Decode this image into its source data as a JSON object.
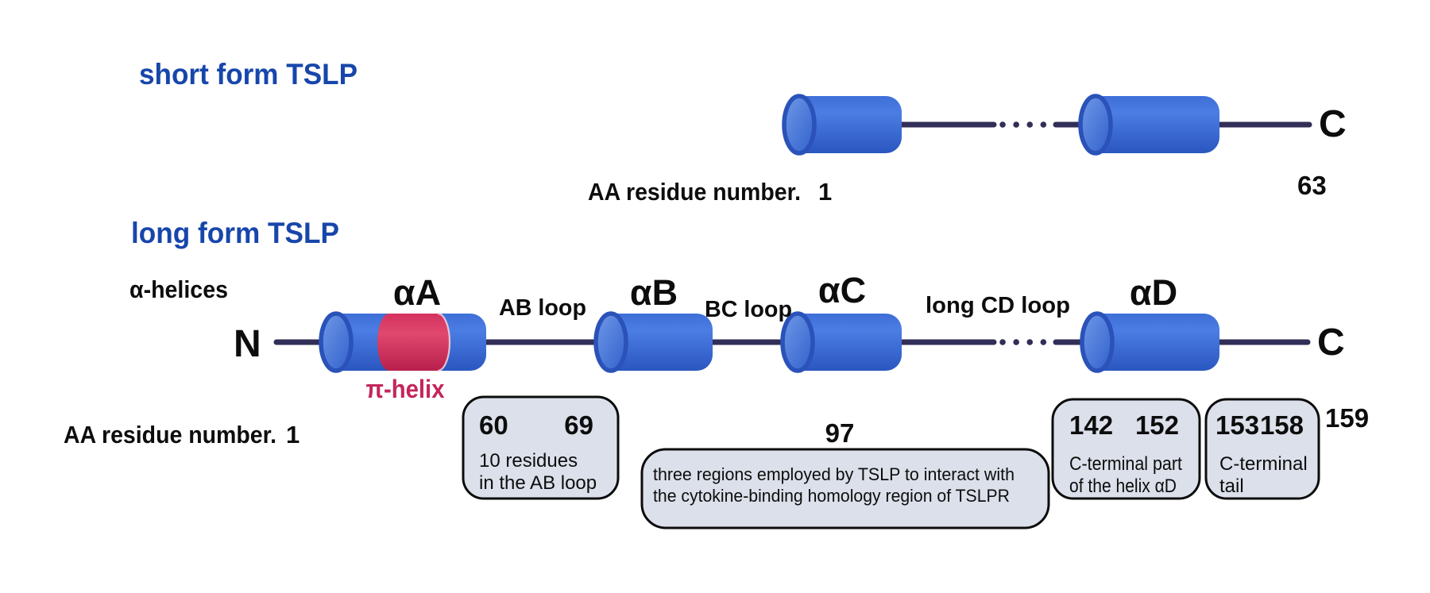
{
  "colors": {
    "accent_blue": "#1746ab",
    "helix_blue": "#3365d3",
    "pi_helix_red": "#c4265a",
    "connector_navy": "#312e57",
    "annotation_box_fill": "#dbe0ea"
  },
  "short_form": {
    "title": "short form TSLP",
    "residue_label": "AA residue number.",
    "start_residue": "1",
    "c_label": "C",
    "end_residue": "63"
  },
  "long_form": {
    "title": "long form TSLP",
    "alpha_helices_label": "α-helices",
    "n_label": "N",
    "c_label": "C",
    "residue_label": "AA residue number.",
    "start_residue": "1",
    "pi_helix_label": "π-helix",
    "end_residue": "159",
    "helices": [
      {
        "label": "αA"
      },
      {
        "label": "αB"
      },
      {
        "label": "αC"
      },
      {
        "label": "αD"
      }
    ],
    "loops": [
      {
        "label": "AB loop"
      },
      {
        "label": "BC loop"
      },
      {
        "label": "long CD loop"
      }
    ]
  },
  "annotations": {
    "ab_loop_box": {
      "start": "60",
      "end": "69",
      "line1": "10 residues",
      "line2": "in the AB loop"
    },
    "interaction_box": {
      "number": "97",
      "line1": "three regions employed by TSLP to interact with",
      "line2": "the cytokine-binding homology region of TSLPR"
    },
    "helix_d_box": {
      "start": "142",
      "end": "152",
      "line1": "C-terminal part",
      "line2": "of the helix αD"
    },
    "tail_box": {
      "start": "153",
      "end": "158",
      "line1": "C-terminal",
      "line2": "tail"
    }
  }
}
